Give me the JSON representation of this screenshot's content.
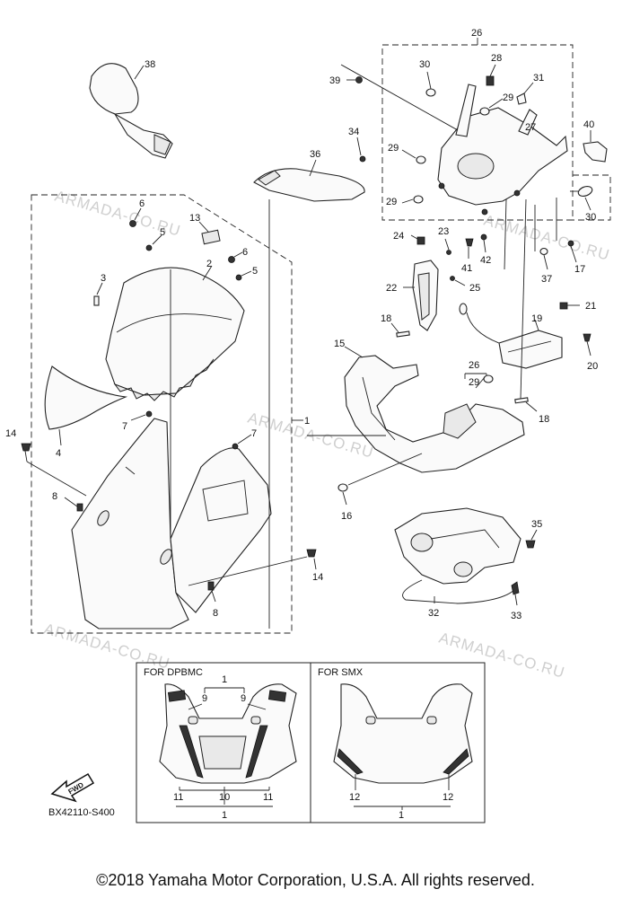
{
  "watermark": "ARMADA-CO.RU",
  "diagram_code": "BX42110-S400",
  "fwd_label": "FWD",
  "inset_left_title": "FOR DPBMC",
  "inset_right_title": "FOR SMX",
  "copyright": "©2018 Yamaha Motor Corporation, U.S.A. All rights reserved.",
  "callouts": {
    "n1": "1",
    "n2": "2",
    "n3": "3",
    "n4": "4",
    "n5": "5",
    "n6": "6",
    "n7": "7",
    "n8": "8",
    "n9": "9",
    "n10": "10",
    "n11": "11",
    "n12": "12",
    "n13": "13",
    "n14": "14",
    "n15": "15",
    "n16": "16",
    "n17": "17",
    "n18": "18",
    "n19": "19",
    "n20": "20",
    "n21": "21",
    "n22": "22",
    "n23": "23",
    "n24": "24",
    "n25": "25",
    "n26": "26",
    "n27": "27",
    "n28": "28",
    "n29": "29",
    "n30": "30",
    "n31": "31",
    "n32": "32",
    "n33": "33",
    "n34": "34",
    "n35": "35",
    "n36": "36",
    "n37": "37",
    "n38": "38",
    "n39": "39",
    "n40": "40",
    "n41": "41",
    "n42": "42"
  }
}
